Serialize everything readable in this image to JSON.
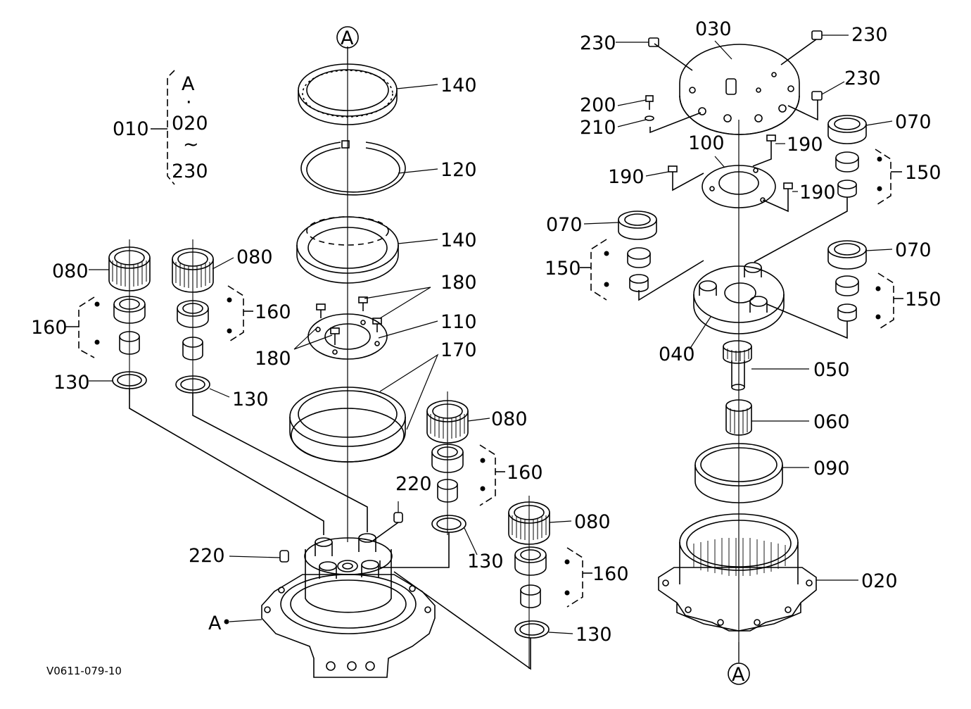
{
  "diagram_code": "V0611-079-10",
  "callout_a": "A",
  "group": {
    "label": "010",
    "range_start": "A",
    "separator": "·",
    "range_from": "020",
    "tilde": "~",
    "range_to": "230"
  },
  "labels": {
    "p020": "020",
    "p030": "030",
    "p040": "040",
    "p050": "050",
    "p060": "060",
    "p070a": "070",
    "p070b": "070",
    "p070c": "070",
    "p080a": "080",
    "p080b": "080",
    "p080c": "080",
    "p080d": "080",
    "p090": "090",
    "p100": "100",
    "p110": "110",
    "p120": "120",
    "p130a": "130",
    "p130b": "130",
    "p130c": "130",
    "p130d": "130",
    "p140a": "140",
    "p140b": "140",
    "p150a": "150",
    "p150b": "150",
    "p150c": "150",
    "p160a": "160",
    "p160b": "160",
    "p160c": "160",
    "p160d": "160",
    "p170": "170",
    "p180a": "180",
    "p180b": "180",
    "p190a": "190",
    "p190b": "190",
    "p190c": "190",
    "p200": "200",
    "p210": "210",
    "p220a": "220",
    "p220b": "220",
    "p230a": "230",
    "p230b": "230",
    "p230c": "230",
    "ref_a": "A"
  }
}
